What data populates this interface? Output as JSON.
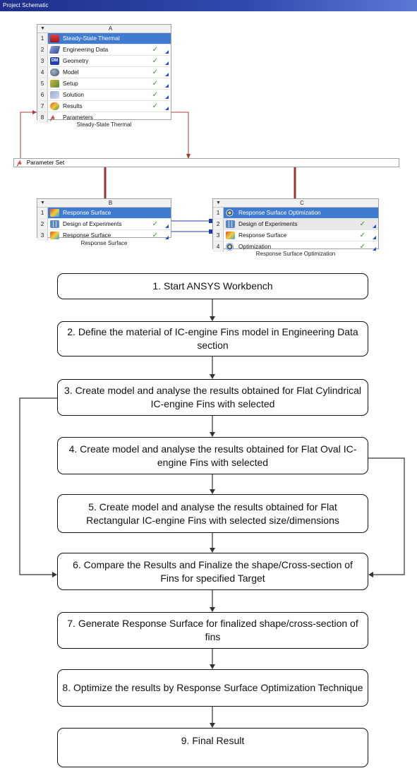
{
  "titlebar": "Project Schematic",
  "systemA": {
    "column": "A",
    "caption": "Steady-State Thermal",
    "rows": [
      {
        "num": "1",
        "label": "Steady-State Thermal"
      },
      {
        "num": "2",
        "label": "Engineering Data"
      },
      {
        "num": "3",
        "label": "Geometry",
        "icon_text": "DM"
      },
      {
        "num": "4",
        "label": "Model"
      },
      {
        "num": "5",
        "label": "Setup"
      },
      {
        "num": "6",
        "label": "Solution"
      },
      {
        "num": "7",
        "label": "Results"
      },
      {
        "num": "8",
        "label": "Parameters"
      }
    ]
  },
  "parameter_set": {
    "label": "Parameter Set"
  },
  "systemB": {
    "column": "B",
    "caption": "Response Surface",
    "rows": [
      {
        "num": "1",
        "label": "Response Surface"
      },
      {
        "num": "2",
        "label": "Design of Experiments"
      },
      {
        "num": "3",
        "label": "Response Surface"
      }
    ]
  },
  "systemC": {
    "column": "C",
    "caption": "Response Surface Optimization",
    "rows": [
      {
        "num": "1",
        "label": "Response Surface Optimization"
      },
      {
        "num": "2",
        "label": "Design of Experiments"
      },
      {
        "num": "3",
        "label": "Response Surface"
      },
      {
        "num": "4",
        "label": "Optimization"
      }
    ]
  },
  "status": {
    "check": "✓"
  },
  "flow": {
    "s1": "1. Start ANSYS Workbench",
    "s2": "2. Define the material of IC-engine Fins model in Engineering Data section",
    "s3": "3. Create model and analyse the results obtained for Flat Cylindrical IC-engine Fins with selected",
    "s4": "4. Create model and analyse the results obtained for Flat Oval IC-engine Fins with selected",
    "s5": "5. Create model and analyse the results obtained for Flat Rectangular IC-engine Fins with selected size/dimensions",
    "s6": "6. Compare the Results and Finalize the shape/Cross-section of Fins for specified Target",
    "s7": "7. Generate Response Surface for finalized shape/cross-section of fins",
    "s8": "8. Optimize the results by Response Surface Optimization Technique",
    "s9": "9. Final Result"
  }
}
